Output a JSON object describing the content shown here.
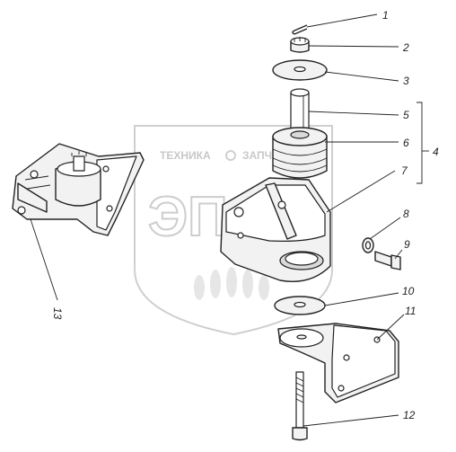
{
  "watermark": {
    "brand_line": "ТЕХНИКА",
    "brand_line_2": "ЗАПЧАСТИ",
    "logo_text": "ЭПФ"
  },
  "callouts": [
    {
      "id": "c1",
      "label": "1"
    },
    {
      "id": "c2",
      "label": "2"
    },
    {
      "id": "c3",
      "label": "3"
    },
    {
      "id": "c4",
      "label": "4"
    },
    {
      "id": "c5",
      "label": "5"
    },
    {
      "id": "c6",
      "label": "6"
    },
    {
      "id": "c7",
      "label": "7"
    },
    {
      "id": "c8",
      "label": "8"
    },
    {
      "id": "c9",
      "label": "9"
    },
    {
      "id": "c10",
      "label": "10"
    },
    {
      "id": "c11",
      "label": "11"
    },
    {
      "id": "c12",
      "label": "12"
    },
    {
      "id": "c13",
      "label": "13"
    }
  ]
}
